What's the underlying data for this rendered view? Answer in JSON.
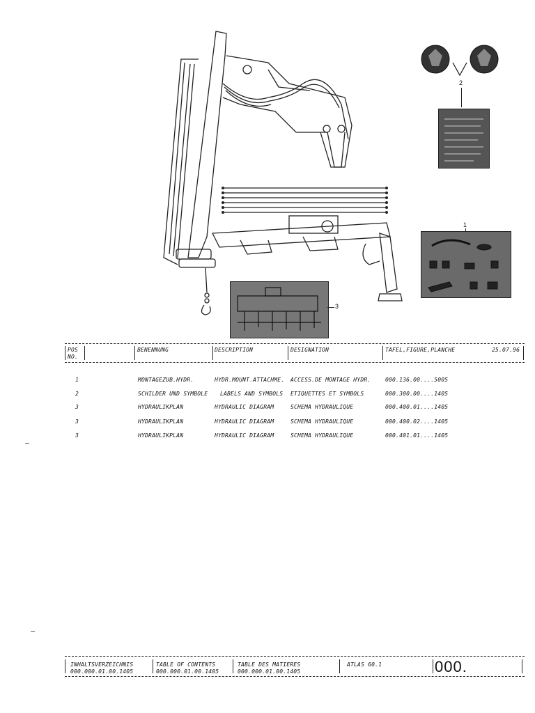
{
  "callouts": {
    "one": "1",
    "two": "2",
    "three": "3"
  },
  "header": {
    "pos": "POS",
    "no": "NO.",
    "benennung": "BENENNUNG",
    "description": "DESCRIPTION",
    "designation": "DESIGNATION",
    "tafel": "TAFEL,FIGURE,PLANCHE",
    "date": "25.07.96"
  },
  "rows": [
    {
      "pos": "1",
      "benennung": "MONTAGEZUB.HYDR.",
      "description": "HYDR.MOUNT.ATTACHME.",
      "designation": "ACCESS.DE MONTAGE HYDR.",
      "tafel": "000.136.00....5005"
    },
    {
      "pos": "2",
      "benennung": "SCHILDER UND SYMBOLE",
      "description": "LABELS AND SYMBOLS",
      "designation": "ETIQUETTES ET SYMBOLS",
      "tafel": "000.300.00....1405"
    },
    {
      "pos": "3",
      "benennung": "HYDRAULIKPLAN",
      "description": "HYDRAULIC DIAGRAM",
      "designation": "SCHEMA HYDRAULIQUE",
      "tafel": "000.400.01....1405"
    },
    {
      "pos": "3",
      "benennung": "HYDRAULIKPLAN",
      "description": "HYDRAULIC DIAGRAM",
      "designation": "SCHEMA HYDRAULIQUE",
      "tafel": "000.400.02....1405"
    },
    {
      "pos": "3",
      "benennung": "HYDRAULIKPLAN",
      "description": "HYDRAULIC DIAGRAM",
      "designation": "SCHEMA HYDRAULIQUE",
      "tafel": "000.401.01....1405"
    }
  ],
  "footer": {
    "de_title": "INHALTSVERZEICHNIS",
    "de_code": "000.000.01.00.1405",
    "en_title": "TABLE OF CONTENTS",
    "en_code": "000.000.01.00.1405",
    "fr_title": "TABLE DES MATIERES",
    "fr_code": "000.000.01.00.1405",
    "model": "ATLAS 60.1",
    "page": "000."
  }
}
